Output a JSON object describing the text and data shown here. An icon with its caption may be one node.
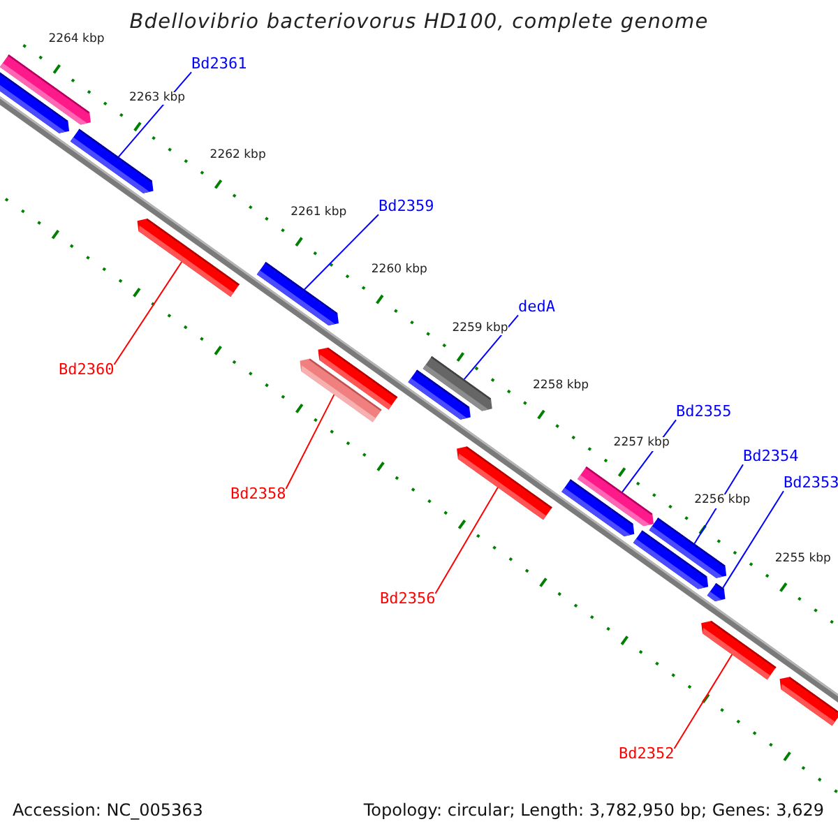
{
  "diagram": {
    "title": "Bdellovibrio bacteriovorus HD100, complete genome",
    "nodes": [
      {
        "text": [],
        "shape": "bar"
      },
      {
        "text": [],
        "shape": "bar"
      },
      {
        "text": [],
        "shape": "bar"
      },
      {
        "text": [],
        "shape": "bar"
      },
      {
        "text": [],
        "shape": "bar"
      },
      {
        "text": [],
        "shape": "bar"
      },
      {
        "text": [],
        "shape": "bar"
      },
      {
        "text": [],
        "shape": "bar"
      },
      {
        "text": [],
        "shape": "bar"
      },
      {
        "text": [],
        "shape": "bar"
      },
      {
        "text": [],
        "shape": "bar"
      },
      {
        "text": [],
        "shape": "bar"
      },
      {
        "text": [],
        "shape": "bar"
      },
      {
        "text": [],
        "shape": "bar"
      },
      {
        "text": [],
        "shape": "bar"
      },
      {
        "text": [],
        "shape": "bar"
      },
      {
        "text": [],
        "shape": "bar"
      },
      {
        "text": [
          "Bd2361"
        ]
      },
      {
        "text": [
          "Bd2359"
        ]
      },
      {
        "text": [
          "dedA"
        ]
      },
      {
        "text": [
          "Bd2360"
        ]
      },
      {
        "text": [
          "Bd2355"
        ]
      },
      {
        "text": [
          "Bd2354"
        ]
      },
      {
        "text": [
          "Bd2353"
        ]
      },
      {
        "text": [
          "Bd2358"
        ]
      },
      {
        "text": [
          "Bd2356"
        ]
      },
      {
        "text": [
          "Bd2352"
        ]
      }
    ],
    "edges": [
      {
        "from": 17,
        "to": 2,
        "arrow": "none"
      },
      {
        "from": 18,
        "to": 4,
        "arrow": "none"
      },
      {
        "from": 19,
        "to": 7,
        "arrow": "none"
      },
      {
        "from": 20,
        "to": 3,
        "arrow": "none",
        "color": "#ff0000"
      },
      {
        "from": 21,
        "to": 10,
        "arrow": "none"
      },
      {
        "from": 22,
        "to": 11,
        "arrow": "none"
      },
      {
        "from": 23,
        "to": 14,
        "arrow": "none"
      },
      {
        "from": 24,
        "to": 6,
        "arrow": "none",
        "color": "#ff0000"
      },
      {
        "from": 25,
        "to": 9,
        "arrow": "none",
        "color": "#ff0000"
      },
      {
        "from": 26,
        "to": 15,
        "arrow": "none",
        "color": "#ff0000"
      }
    ],
    "labels": [
      "2264 kbp",
      "2263 kbp",
      "2262 kbp",
      "2261 kbp",
      "2260 kbp",
      "2259 kbp",
      "2258 kbp",
      "2257 kbp",
      "2256 kbp",
      "2255 kbp",
      "Accession: NC_005363",
      "Topology: circular; Length: 3,782,950 bp; Genes: 3,629"
    ]
  }
}
